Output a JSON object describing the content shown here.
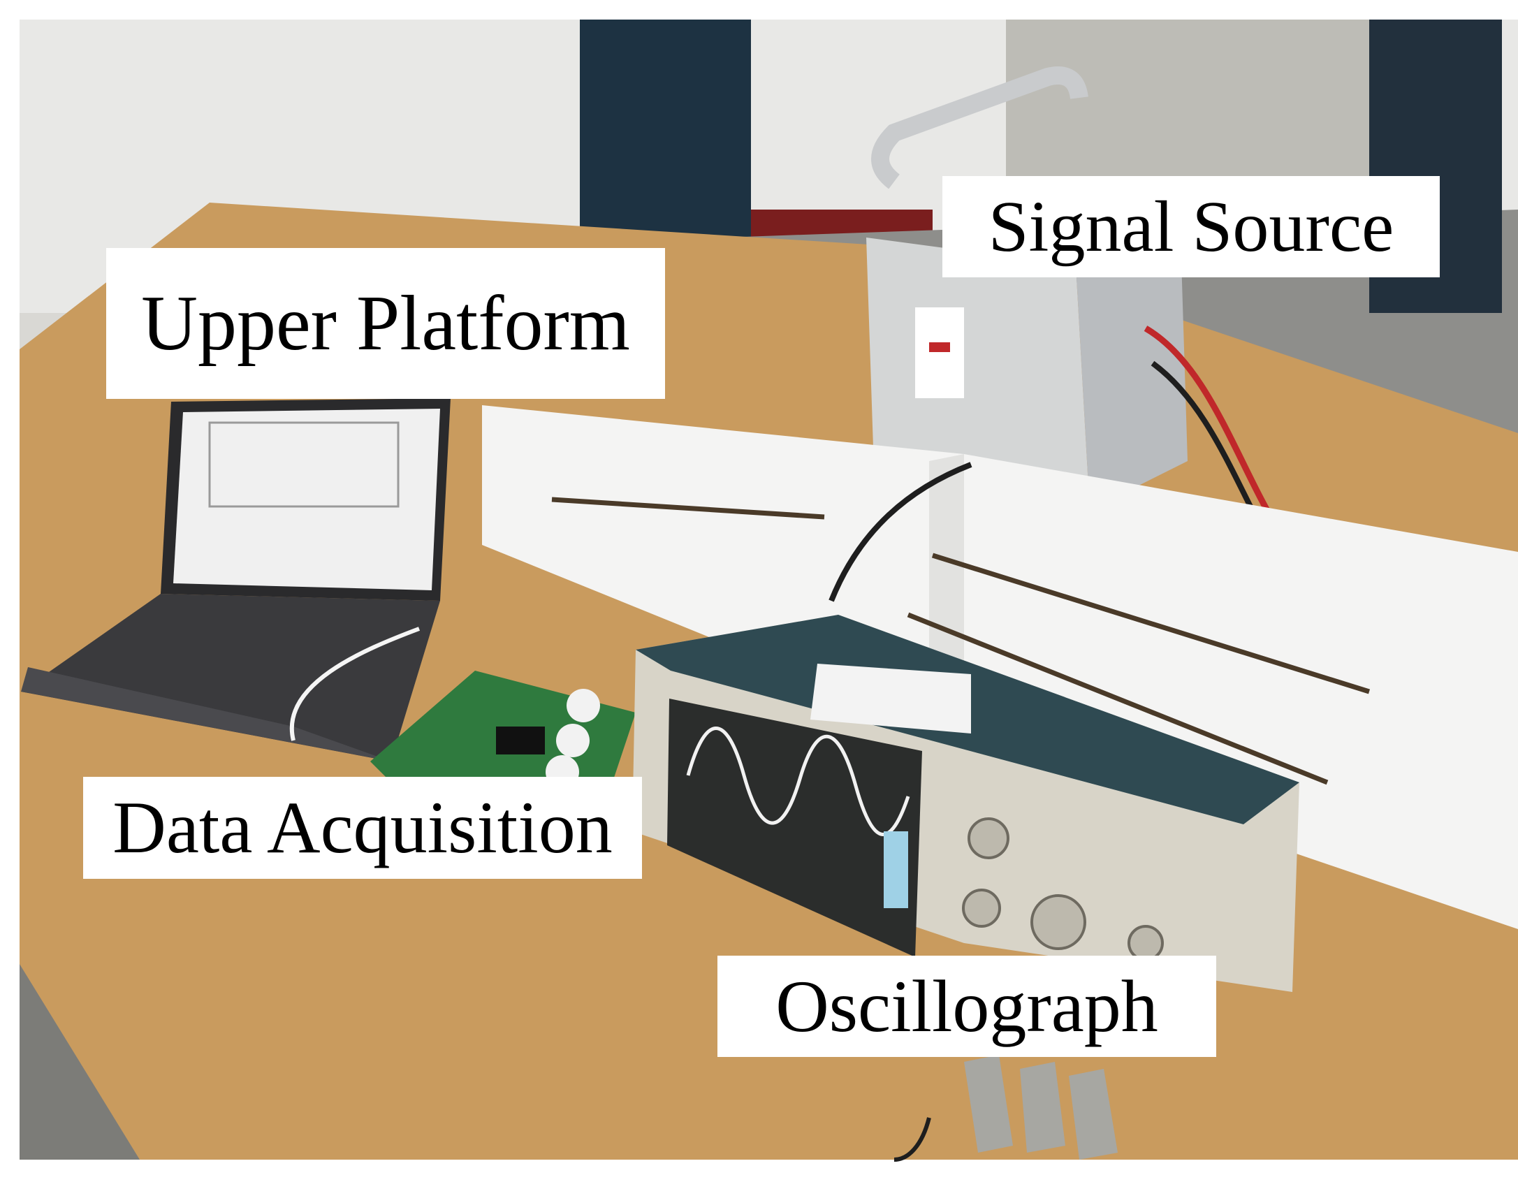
{
  "labels": {
    "upper_platform": "Upper Platform",
    "signal_source": "Signal Source",
    "data_acquisition": "Data Acquisition",
    "oscillograph": "Oscillograph"
  },
  "colors": {
    "background": "#ffffff",
    "label_background": "#ffffff",
    "label_text": "#000000",
    "wall": "#e6e6e4",
    "desk": "#c79a5f",
    "floor": "#8a8a88",
    "door": "#1d3242",
    "board_green": "#2f7a3e",
    "oscilloscope_body": "#d8d4c8",
    "oscilloscope_screen": "#2b2d2c",
    "waveform": "#f2f2f2",
    "cable_red": "#c0282a"
  }
}
